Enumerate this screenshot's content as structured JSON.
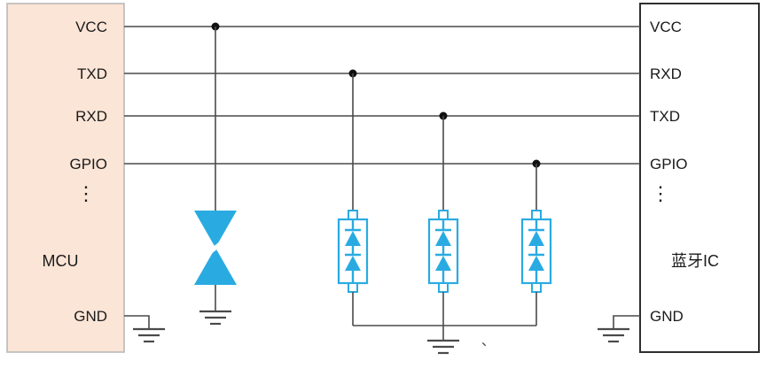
{
  "colors": {
    "diode-blue": "#29abe2",
    "mcu-fill": "#fbe5d6",
    "mcu-border": "#b5b5b5",
    "ic-border": "#2e2e2e",
    "wire": "#4a4a4a",
    "dot": "#111111"
  },
  "mcu": {
    "label": "MCU",
    "pins": {
      "vcc": "VCC",
      "txd": "TXD",
      "rxd": "RXD",
      "gpio": "GPIO",
      "more": "⋮",
      "gnd": "GND"
    }
  },
  "bluetooth_ic": {
    "label": "蓝牙IC",
    "pins": {
      "vcc": "VCC",
      "rxd": "RXD",
      "txd": "TXD",
      "gpio": "GPIO",
      "more": "⋮",
      "gnd": "GND"
    }
  },
  "components": {
    "tvs_diode_count": 1,
    "esd_array_count": 3
  },
  "stray_mark": "、"
}
